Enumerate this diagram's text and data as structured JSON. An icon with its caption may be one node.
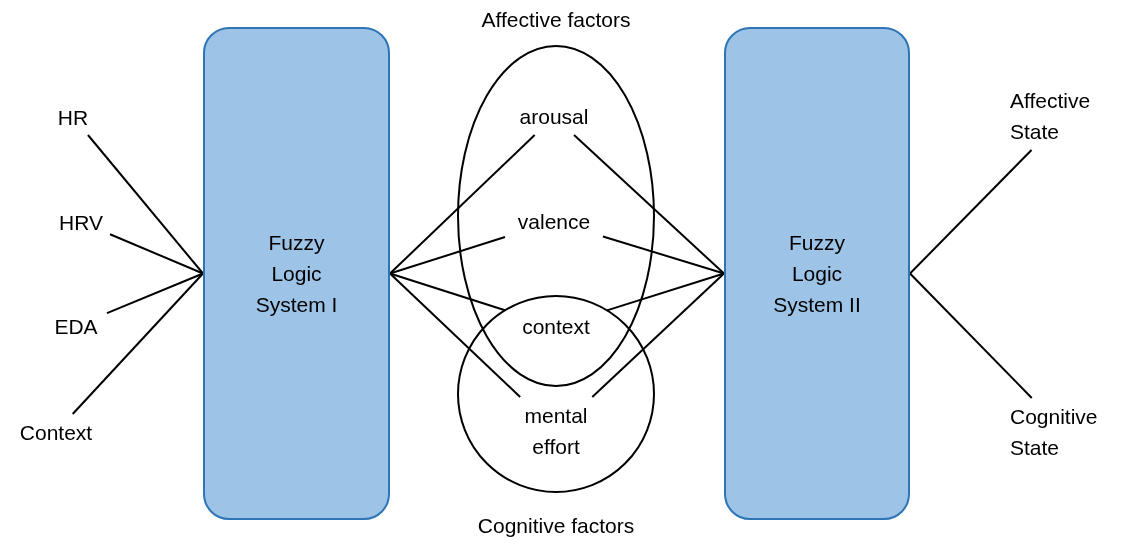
{
  "diagram": {
    "nodes": [
      {
        "text": [
          "HR"
        ]
      },
      {
        "text": [
          "HRV"
        ]
      },
      {
        "text": [
          "EDA"
        ]
      },
      {
        "text": [
          "Context"
        ]
      },
      {
        "text": [
          "Fuzzy Logic System I"
        ]
      },
      {
        "text": [
          "Affective factors"
        ]
      },
      {
        "text": [
          "Cognitive factors"
        ]
      },
      {
        "text": [
          "arousal"
        ],
        "in": 5
      },
      {
        "text": [
          "valence"
        ],
        "in": 5
      },
      {
        "text": [
          "context"
        ]
      },
      {
        "text": [
          "mental effort"
        ],
        "in": 6
      },
      {
        "text": [
          "Fuzzy Logic System II"
        ]
      },
      {
        "text": [
          "Affective State"
        ]
      },
      {
        "text": [
          "Cognitive State"
        ]
      }
    ],
    "edges": [
      {
        "from": 0,
        "to": 4,
        "arrow": "none"
      },
      {
        "from": 1,
        "to": 4,
        "arrow": "none"
      },
      {
        "from": 2,
        "to": 4,
        "arrow": "none"
      },
      {
        "from": 3,
        "to": 4,
        "arrow": "none"
      },
      {
        "from": 4,
        "to": 7,
        "arrow": "none"
      },
      {
        "from": 4,
        "to": 8,
        "arrow": "none"
      },
      {
        "from": 4,
        "to": 9,
        "arrow": "none"
      },
      {
        "from": 4,
        "to": 10,
        "arrow": "none"
      },
      {
        "from": 7,
        "to": 11,
        "arrow": "none"
      },
      {
        "from": 8,
        "to": 11,
        "arrow": "none"
      },
      {
        "from": 9,
        "to": 11,
        "arrow": "none"
      },
      {
        "from": 10,
        "to": 11,
        "arrow": "none"
      },
      {
        "from": 11,
        "to": 12,
        "arrow": "none"
      },
      {
        "from": 11,
        "to": 13,
        "arrow": "none"
      }
    ]
  }
}
